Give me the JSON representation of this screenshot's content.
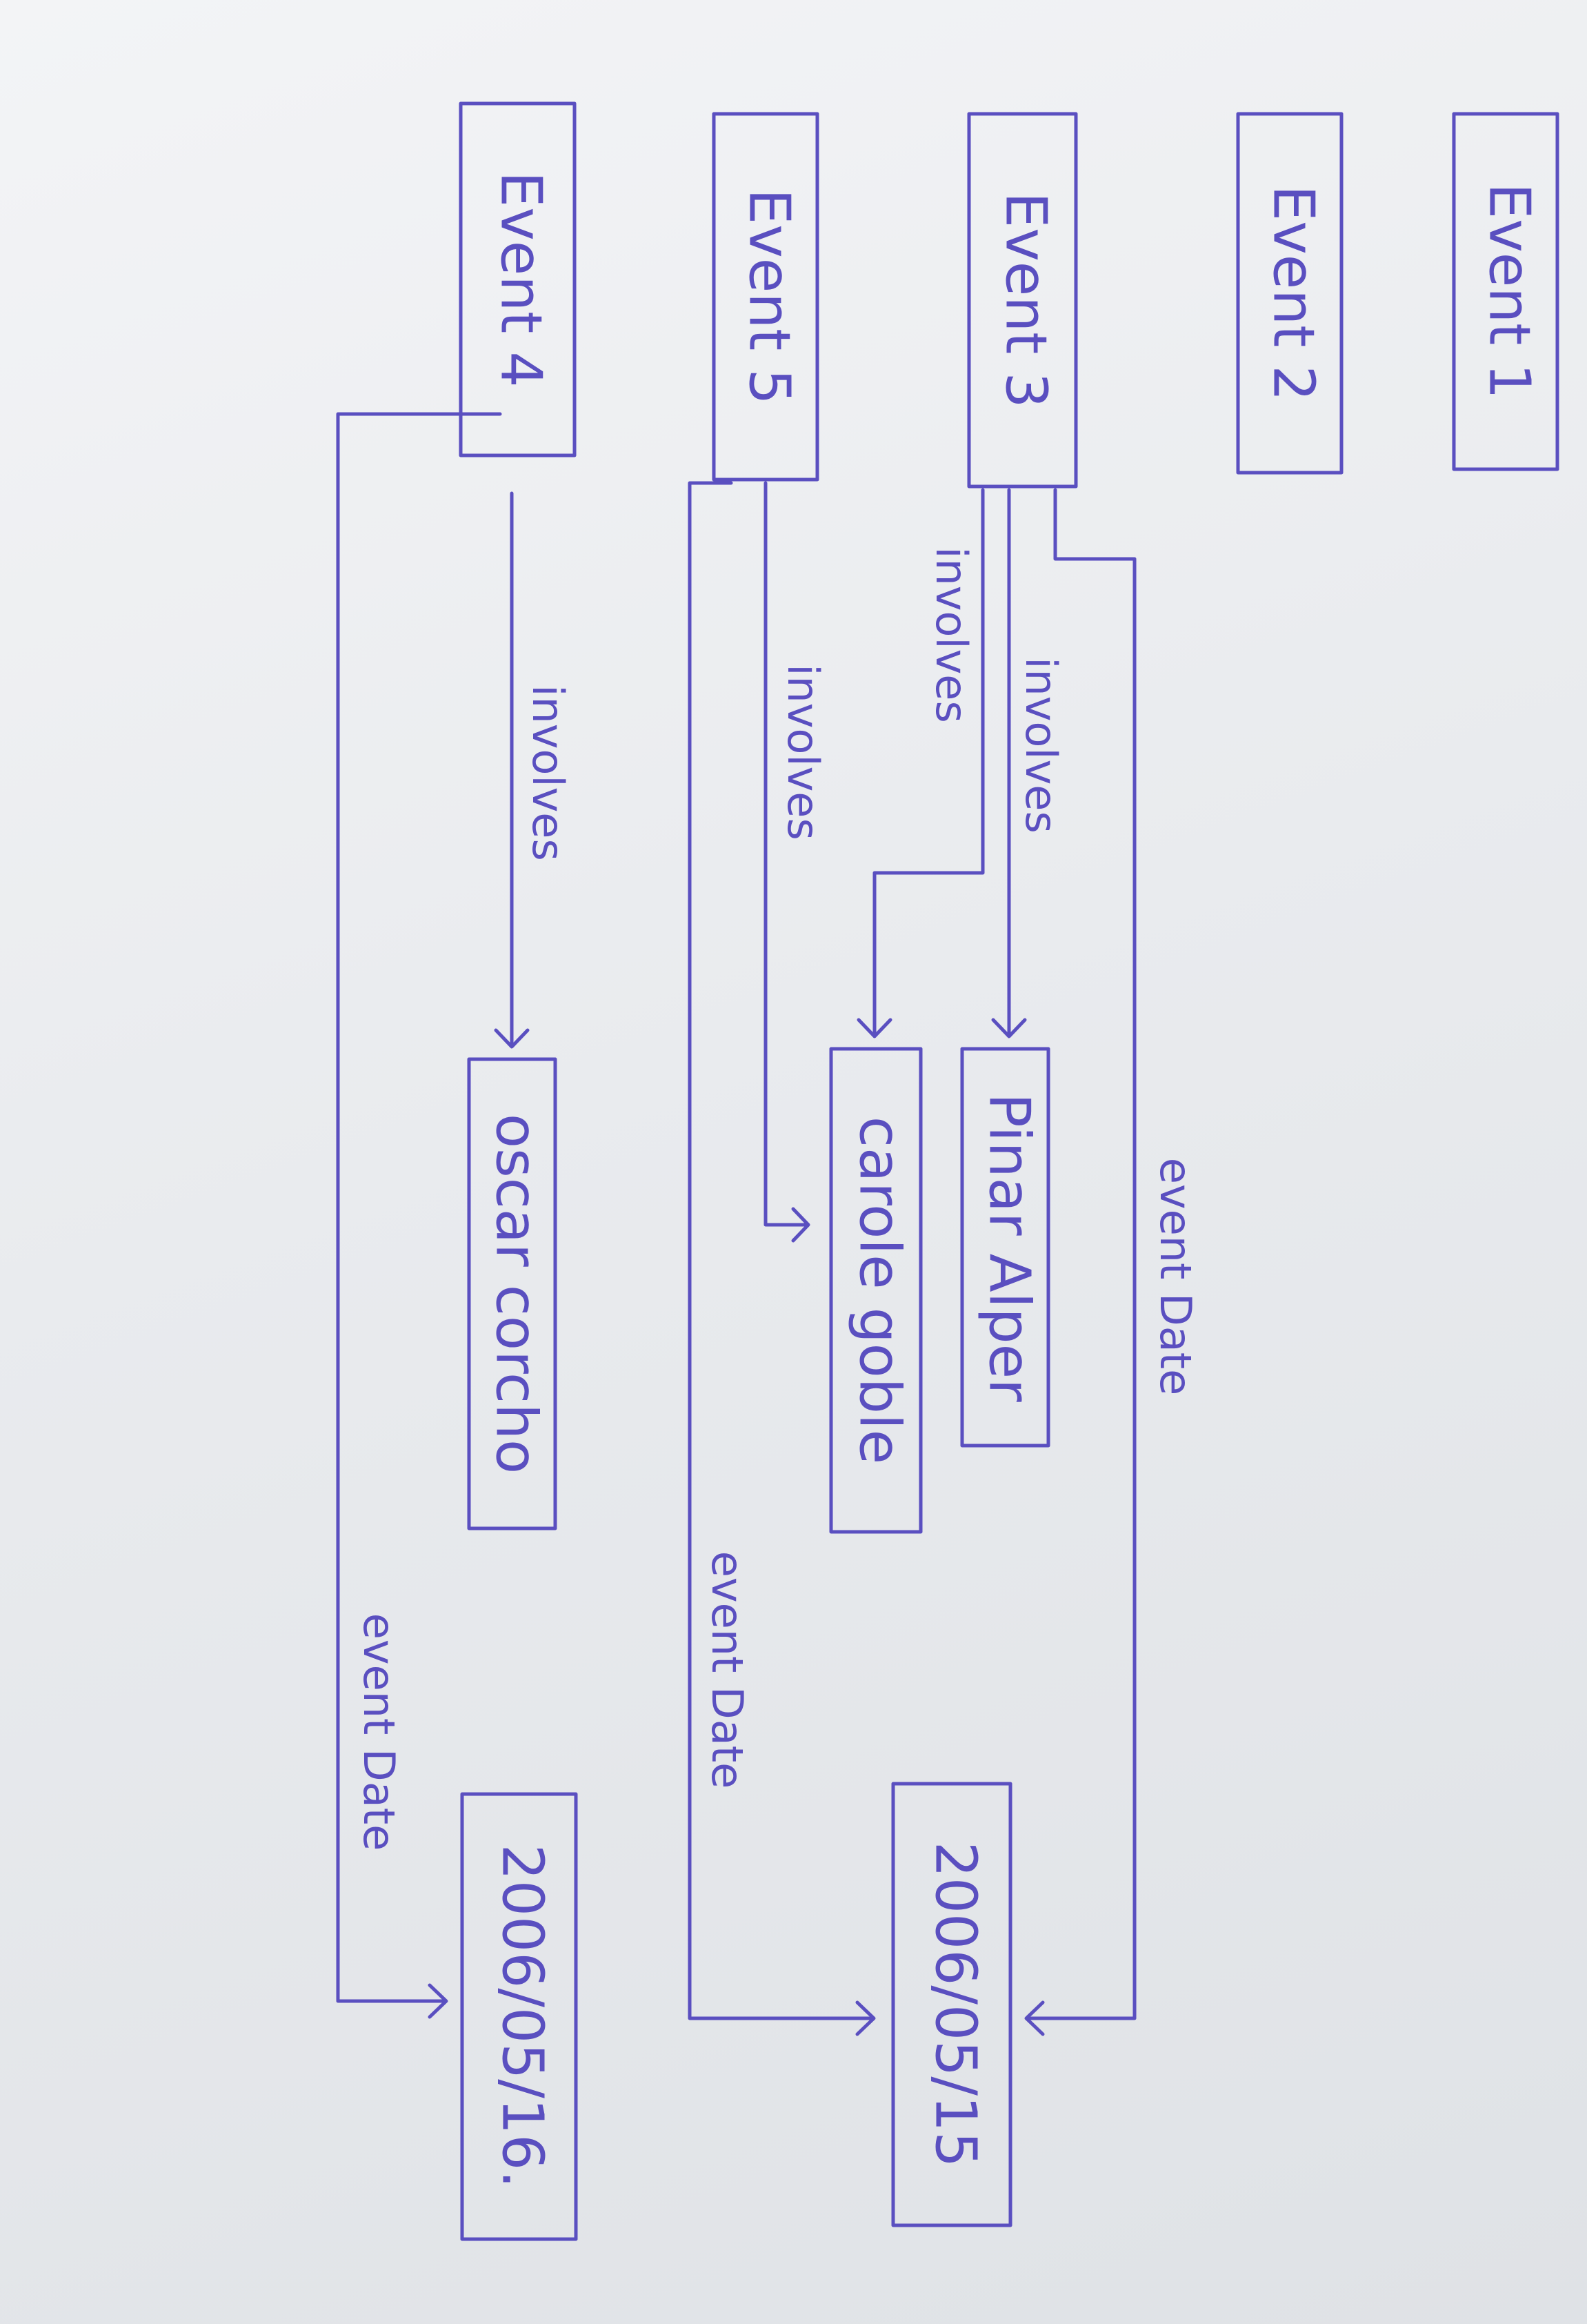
{
  "nodes": {
    "event1": "Event 1",
    "event2": "Event 2",
    "event3": "Event 3",
    "event5": "Event 5",
    "event4": "Event 4",
    "pinar": "Pinar Alper",
    "carole": "carole goble",
    "oscar": "oscar corcho",
    "date15": "2006/05/15",
    "date16": "2006/05/16."
  },
  "edges": {
    "e3_pinar": "involves",
    "e3_carole": "involves",
    "e5_carole": "involves",
    "e4_oscar": "involves",
    "e3_date": "event Date",
    "e5_date": "event Date",
    "e4_date": "event Date"
  },
  "colors": {
    "ink": "#5a4fc0",
    "paper": "#eceef1"
  }
}
